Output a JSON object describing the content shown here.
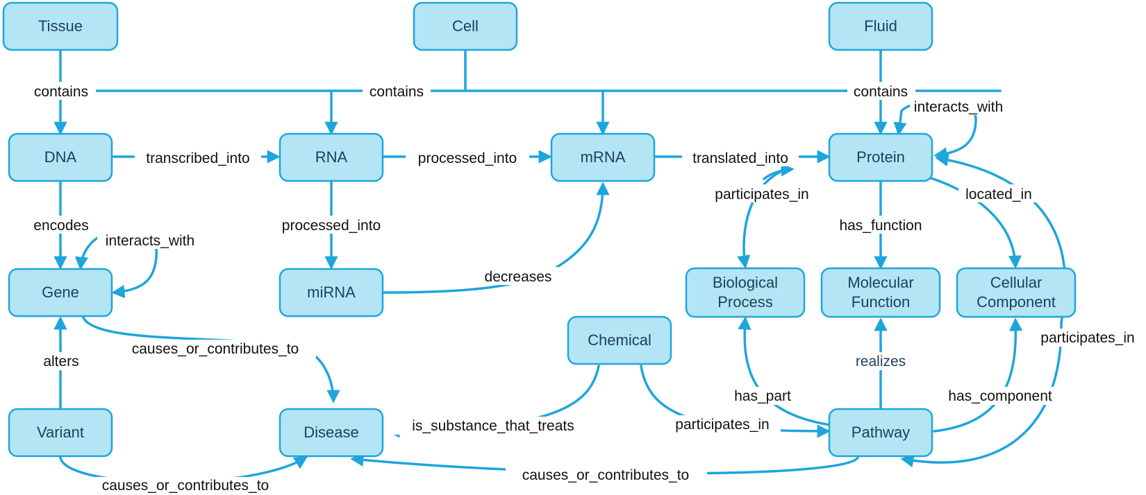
{
  "nodes": {
    "tissue": "Tissue",
    "cell": "Cell",
    "fluid": "Fluid",
    "dna": "DNA",
    "rna": "RNA",
    "mrna": "mRNA",
    "protein": "Protein",
    "gene": "Gene",
    "mirna": "miRNA",
    "bio_process": [
      "Biological",
      "Process"
    ],
    "mol_function": [
      "Molecular",
      "Function"
    ],
    "cell_component": [
      "Cellular",
      "Component"
    ],
    "chemical": "Chemical",
    "variant": "Variant",
    "disease": "Disease",
    "pathway": "Pathway"
  },
  "edges": {
    "tissue_dna": "contains",
    "cell_contains": "contains",
    "fluid_protein": "contains",
    "protein_self": "interacts_with",
    "dna_rna": "transcribed_into",
    "rna_mrna": "processed_into",
    "mrna_protein": "translated_into",
    "dna_gene": "encodes",
    "gene_self": "interacts_with",
    "rna_mirna": "processed_into",
    "mirna_mrna": "decreases",
    "protein_bp": "participates_in",
    "protein_mf": "has_function",
    "protein_cc": "located_in",
    "gene_disease": "causes_or_contributes_to",
    "variant_gene": "alters",
    "protein_pathway": "participates_in",
    "pathway_bp": "has_part",
    "pathway_mf": "realizes",
    "pathway_cc": "has_component",
    "chemical_disease": "is_substance_that_treats",
    "chemical_pathway": "participates_in",
    "pathway_disease": "causes_or_contributes_to",
    "variant_disease": "causes_or_contributes_to"
  }
}
